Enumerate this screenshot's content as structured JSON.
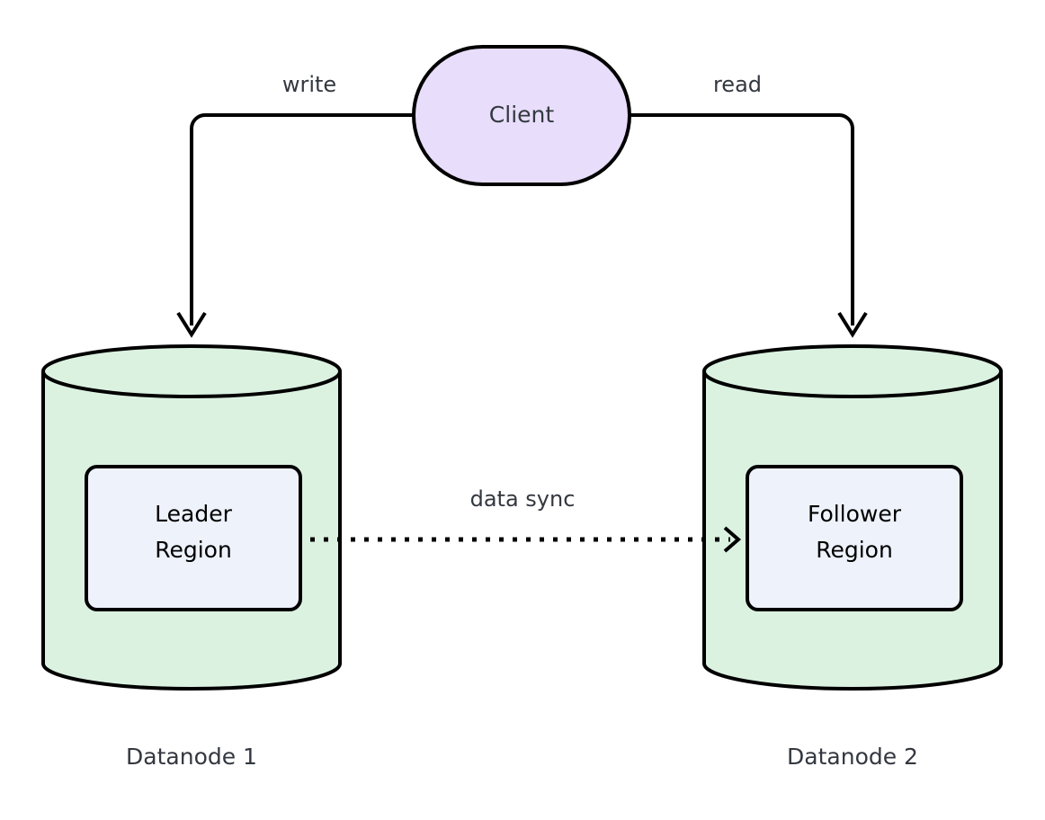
{
  "diagram": {
    "type": "flow-diagram",
    "title_text": "",
    "background_color": "#ffffff",
    "stroke_color": "#000000",
    "text_color": "#333840"
  },
  "client": {
    "label": "Client",
    "shape": "stadium",
    "fill_color": "#e8ddfa",
    "border_color": "#000000"
  },
  "edges": [
    {
      "id": "write-edge",
      "label": "write",
      "style": "solid",
      "from": "Client",
      "to": "Datanode 1"
    },
    {
      "id": "read-edge",
      "label": "read",
      "style": "solid",
      "from": "Client",
      "to": "Datanode 2"
    },
    {
      "id": "data-sync-edge",
      "label": "data sync",
      "style": "dotted",
      "from": "Leader Region",
      "to": "Follower Region"
    }
  ],
  "datanodes": [
    {
      "id": "datanode-1",
      "caption": "Datanode 1",
      "cylinder_fill": "#dcf2e1",
      "region": {
        "label_line1": "Leader",
        "label_line2": "Region",
        "fill_color": "#eef2fb",
        "border_color": "#000000"
      }
    },
    {
      "id": "datanode-2",
      "caption": "Datanode 2",
      "cylinder_fill": "#dcf2e1",
      "region": {
        "label_line1": "Follower",
        "label_line2": "Region",
        "fill_color": "#eef2fb",
        "border_color": "#000000"
      }
    }
  ]
}
